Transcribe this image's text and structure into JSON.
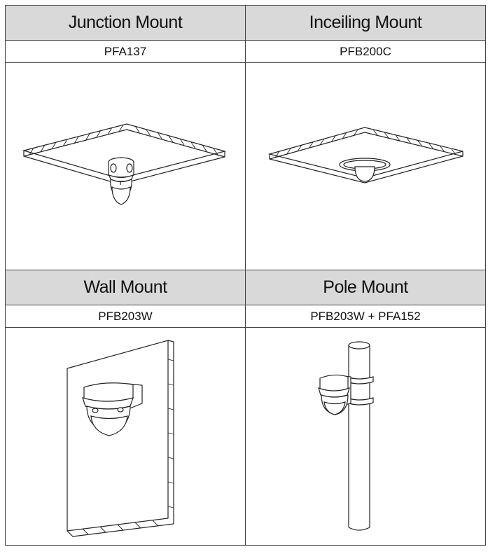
{
  "rows": [
    {
      "cells": [
        {
          "title": "Junction Mount",
          "model": "PFA137"
        },
        {
          "title": "Inceiling Mount",
          "model": "PFB200C"
        }
      ]
    },
    {
      "cells": [
        {
          "title": "Wall Mount",
          "model": "PFB203W"
        },
        {
          "title": "Pole Mount",
          "model": "PFB203W + PFA152"
        }
      ]
    }
  ]
}
